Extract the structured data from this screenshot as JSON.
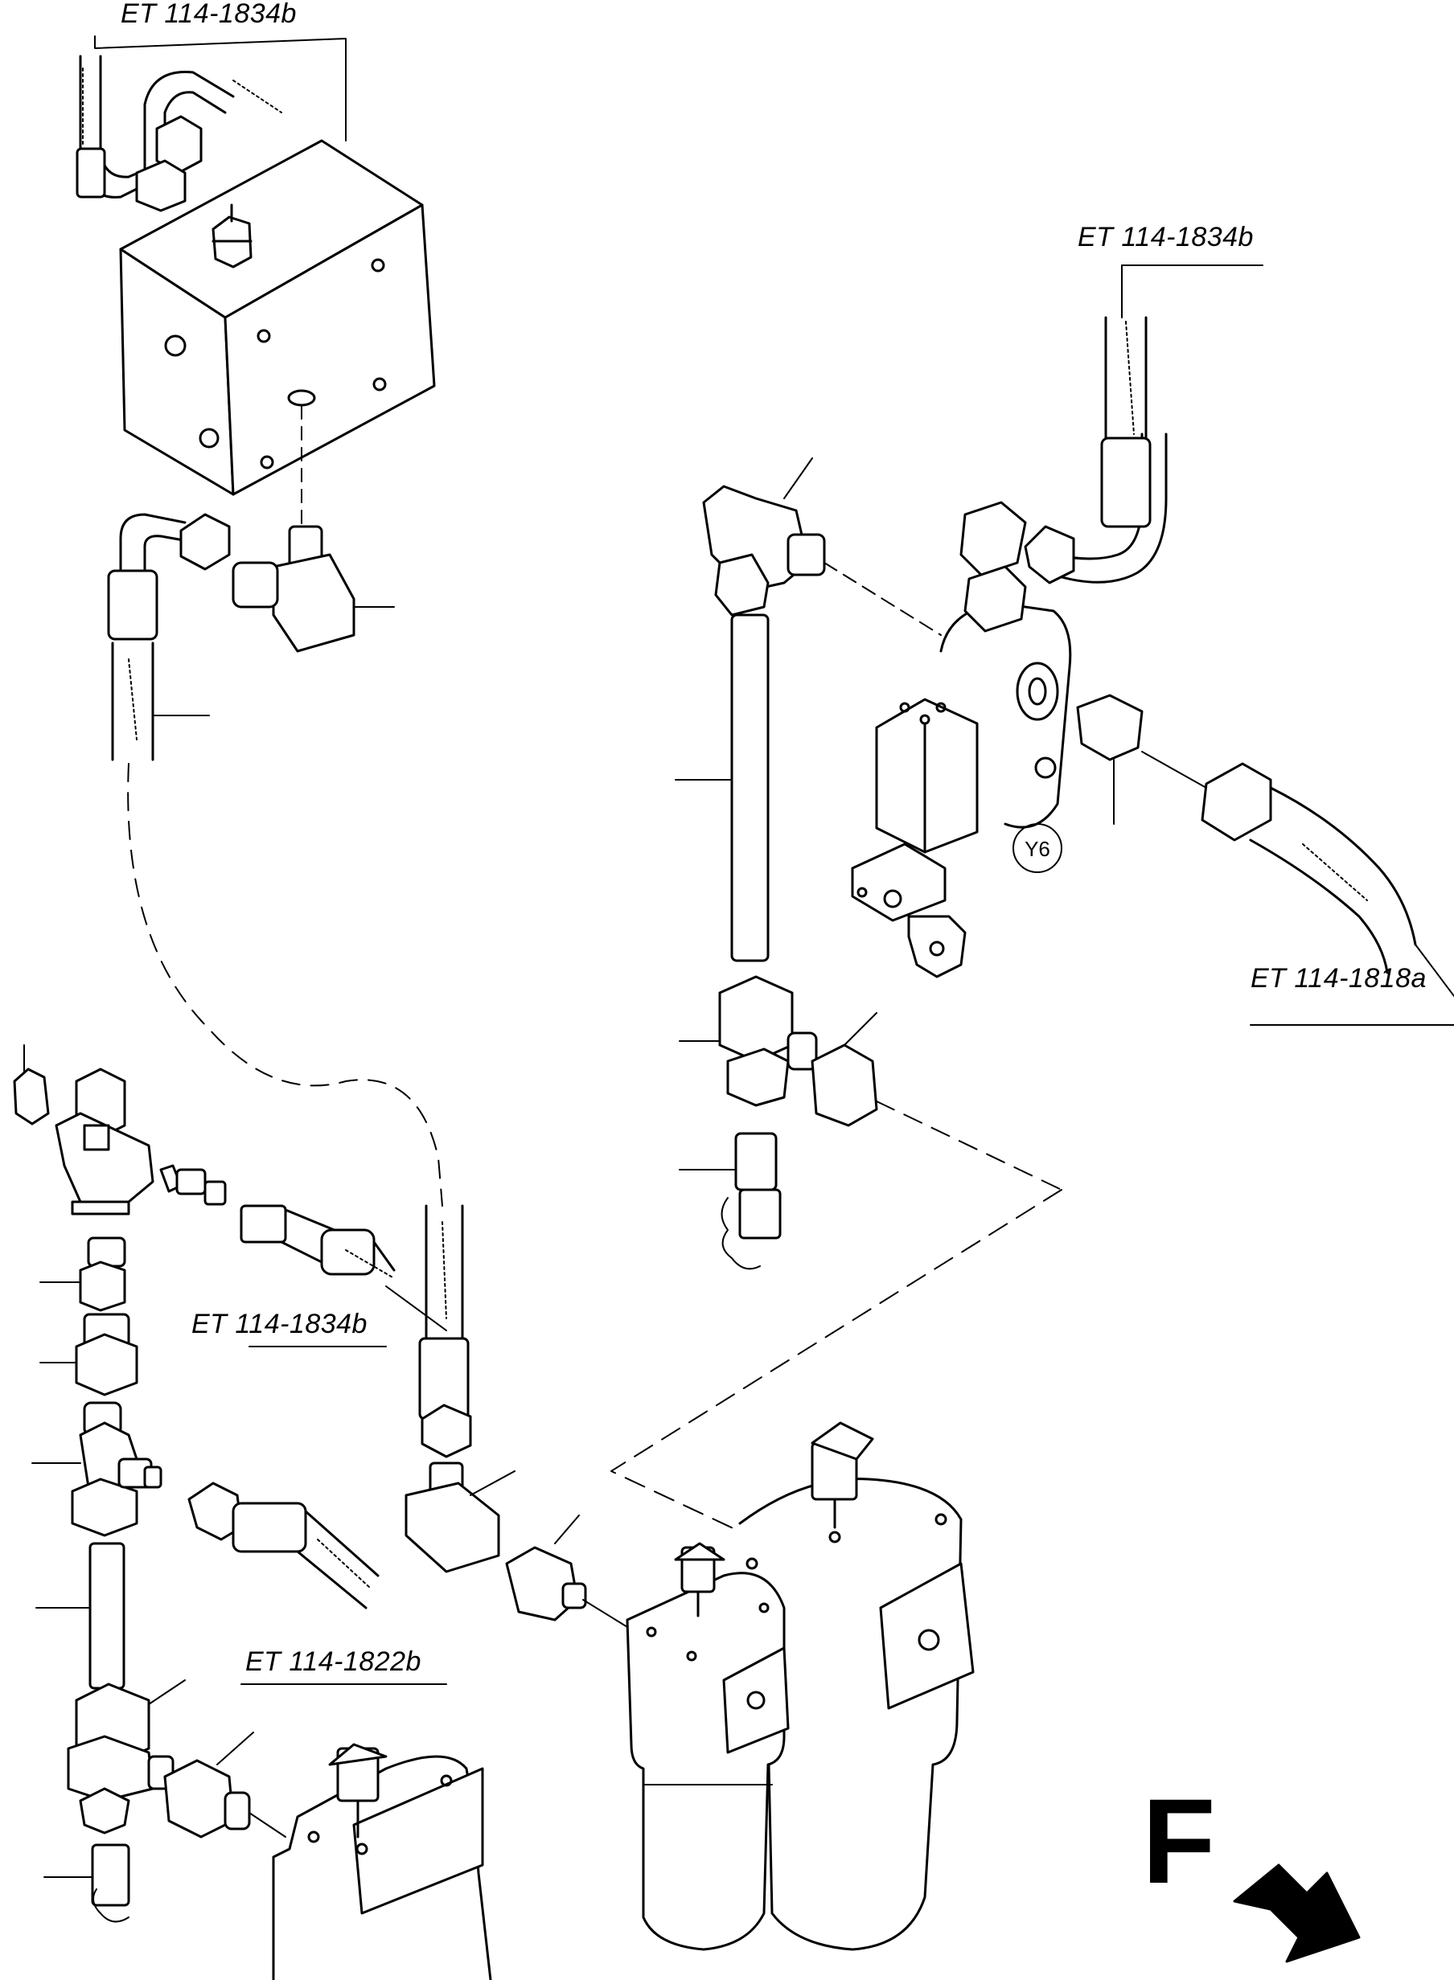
{
  "diagram": {
    "cross_references": [
      "ET 114-1834b",
      "ET 114-1834b",
      "ET 114-1818a",
      "ET 114-1834b",
      "ET 114-1822b"
    ],
    "component_tag": "Y6",
    "direction_marker": "F",
    "colors": {
      "ink": "#000000",
      "background": "#ffffff"
    },
    "icons": [
      "hydraulic-block",
      "solenoid-valve",
      "filter-housing",
      "hose",
      "elbow-fitting",
      "tee-fitting",
      "union-nut",
      "pipe",
      "direction-arrow"
    ]
  }
}
